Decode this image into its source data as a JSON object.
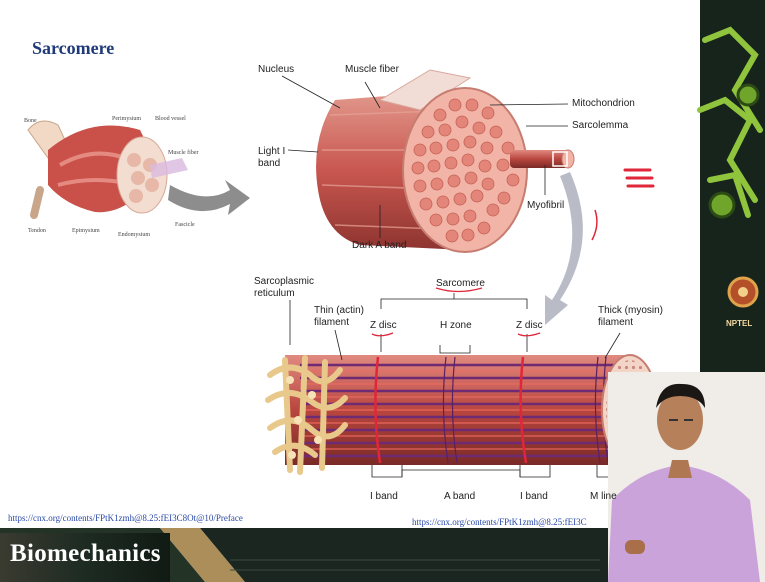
{
  "slide": {
    "title": "Sarcomere",
    "brand": "Biomechanics",
    "logo_text": "NPTEL"
  },
  "muscle_diagram": {
    "labels": [
      "Bone",
      "Perimysium",
      "Blood vessel",
      "Muscle fiber",
      "Tendon",
      "Epimysium",
      "Endomysium",
      "Fascicle"
    ]
  },
  "fiber_diagram": {
    "labels": [
      "Nucleus",
      "Muscle fiber",
      "Mitochondrion",
      "Sarcolemma",
      "Light I band",
      "Myofibril",
      "Dark A band"
    ]
  },
  "sarcomere_diagram": {
    "labels": {
      "sr": "Sarcoplasmic reticulum",
      "sarcomere": "Sarcomere",
      "thin": "Thin (actin) filament",
      "z1": "Z disc",
      "hzone": "H zone",
      "z2": "Z disc",
      "thick": "Thick (myosin) filament",
      "iband1": "I band",
      "aband": "A band",
      "iband2": "I band",
      "mline": "M line"
    }
  },
  "links": {
    "left": "https://cnx.org/contents/FPtK1zmh@8.25:fEI3C8Ot@10/Preface",
    "right": "https://cnx.org/contents/FPtK1zmh@8.25:fEI3C"
  },
  "colors": {
    "title": "#1f3a7a",
    "muscle": "#c8574f",
    "fiber_end": "#e7a79b",
    "sr": "#f2d9a6",
    "banner": "#1d2b22",
    "shirt": "#c9a3d9"
  }
}
